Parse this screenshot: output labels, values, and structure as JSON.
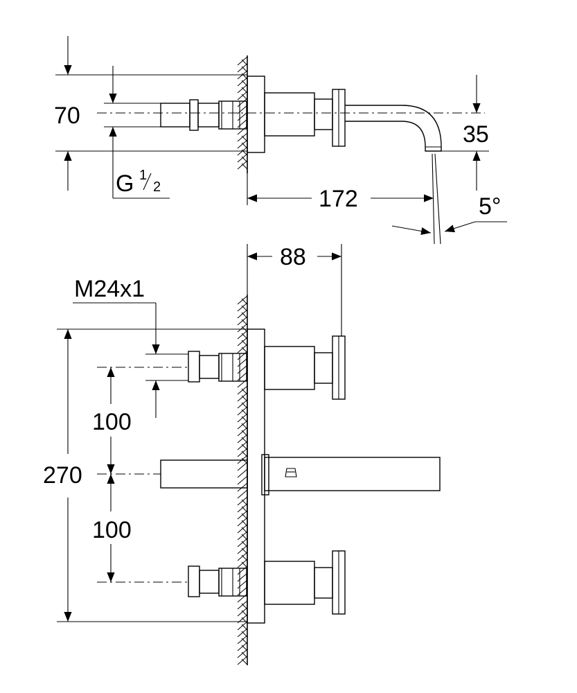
{
  "drawing": {
    "top_view": {
      "dim_height": "70",
      "thread_prefix": "G",
      "thread_num": "1",
      "thread_den": "2",
      "dim_outlet_height": "35",
      "dim_projection": "172",
      "dim_angle": "5°"
    },
    "front_view": {
      "dim_depth": "88",
      "thread": "M24x1",
      "dim_spacing_upper": "100",
      "dim_total": "270",
      "dim_spacing_lower": "100"
    }
  }
}
